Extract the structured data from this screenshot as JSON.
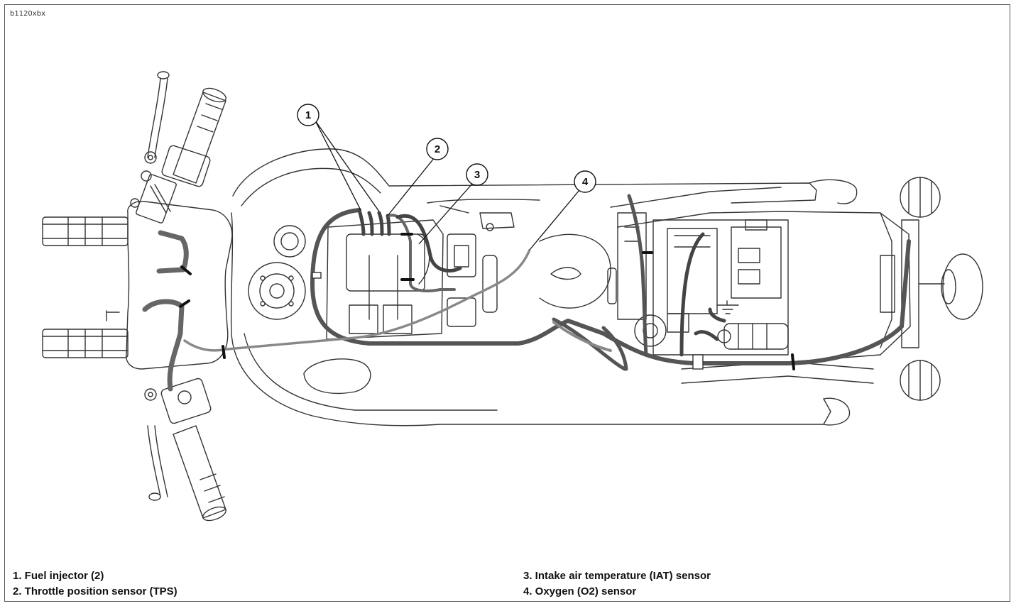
{
  "figure_id": "b1120xbx",
  "callouts": [
    {
      "number": "1"
    },
    {
      "number": "2"
    },
    {
      "number": "3"
    },
    {
      "number": "4"
    }
  ],
  "legend": [
    {
      "text": "1. Fuel injector (2)"
    },
    {
      "text": "2. Throttle position sensor (TPS)"
    },
    {
      "text": "3. Intake air temperature (IAT) sensor"
    },
    {
      "text": "4. Oxygen (O2) sensor"
    }
  ],
  "colors": {
    "outline": "#333333",
    "harness": "#555555",
    "conduit": "#888888",
    "background": "#ffffff"
  }
}
